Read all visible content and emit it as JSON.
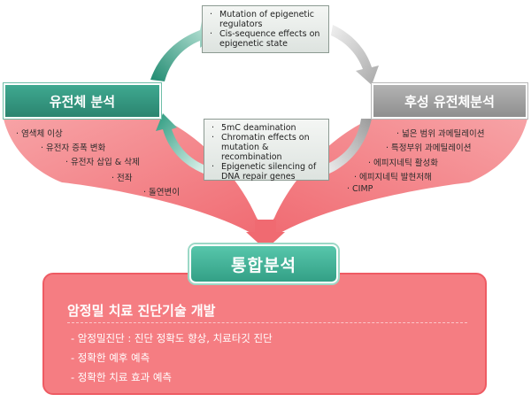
{
  "top_note": {
    "items": [
      "Mutation of epigenetic regulators",
      "Cis-sequence effects on epigenetic state"
    ]
  },
  "middle_note": {
    "items": [
      "5mC deamination",
      "Chromatin effects on mutation & recombination",
      "Epigenetic silencing of DNA repair genes"
    ]
  },
  "genome_analysis": {
    "title": "유전체 분석",
    "items": [
      "· 염색체 이상",
      "· 유전자 증폭 변화",
      "· 유전자 삽입 & 삭제",
      "· 전좌",
      "· 돌연변이"
    ]
  },
  "epigenome_analysis": {
    "title": "후성 유전체분석",
    "items": [
      "· 넓은 범위 과메틸레이션",
      "· 특정부위 과메틸레이션",
      "· 에피지네틱 활성화",
      "· 에피지네틱 발현저해",
      "· CIMP"
    ]
  },
  "integrated_analysis": {
    "title": "통합분석"
  },
  "result_panel": {
    "title": "암정밀 치료 진단기술 개발",
    "items": [
      "- 암정밀진단 : 진단 정확도 향상, 치료타깃 진단",
      "- 정확한 예후 예측",
      "- 정확한 치료 효과 예측"
    ]
  },
  "colors": {
    "green": "#2f9a81",
    "gray": "#9c9c9c",
    "salmon": "#f57d82"
  }
}
